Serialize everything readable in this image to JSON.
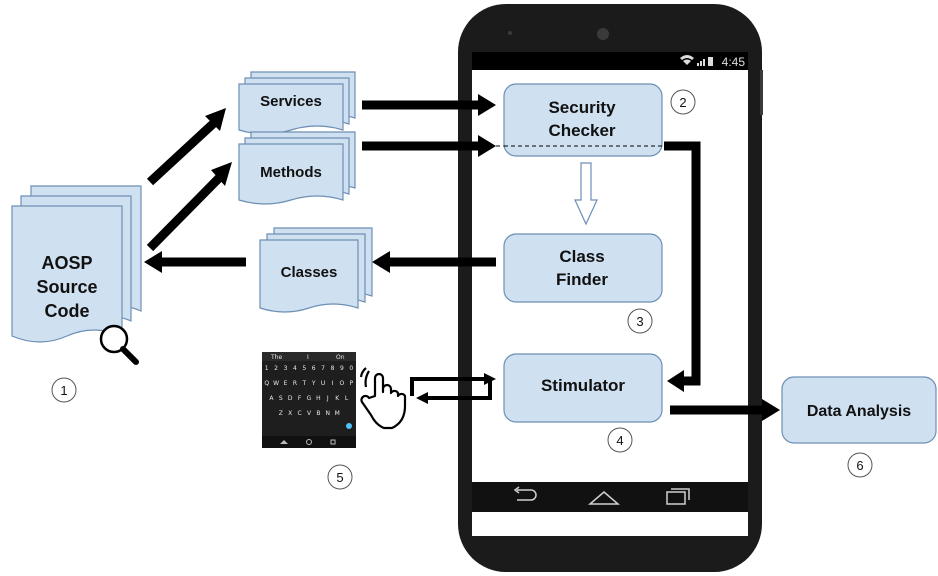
{
  "phone": {
    "status_time": "4:45"
  },
  "nodes": {
    "aosp": {
      "lines": [
        "AOSP",
        "Source",
        "Code"
      ],
      "step": "1"
    },
    "services": {
      "label": "Services"
    },
    "methods": {
      "label": "Methods"
    },
    "classes": {
      "label": "Classes"
    },
    "security_checker": {
      "lines": [
        "Security",
        "Checker"
      ],
      "step": "2"
    },
    "class_finder": {
      "lines": [
        "Class",
        "Finder"
      ],
      "step": "3"
    },
    "stimulator": {
      "label": "Stimulator",
      "step": "4"
    },
    "keyboard": {
      "step": "5"
    },
    "data_analysis": {
      "label": "Data Analysis",
      "step": "6"
    }
  },
  "keyboard": {
    "suggestions": [
      "The",
      "I",
      "On"
    ],
    "rows": [
      [
        "1",
        "2",
        "3",
        "4",
        "5",
        "6",
        "7",
        "8",
        "9",
        "0"
      ],
      [
        "Q",
        "W",
        "E",
        "R",
        "T",
        "Y",
        "U",
        "I",
        "O",
        "P"
      ],
      [
        "A",
        "S",
        "D",
        "F",
        "G",
        "H",
        "J",
        "K",
        "L"
      ],
      [
        "Z",
        "X",
        "C",
        "V",
        "B",
        "N",
        "M"
      ]
    ]
  },
  "colors": {
    "box_fill": "#cfe0f1",
    "box_stroke": "#6d8fb5",
    "phone_body": "#1b1b1b",
    "arrow": "#000000"
  }
}
